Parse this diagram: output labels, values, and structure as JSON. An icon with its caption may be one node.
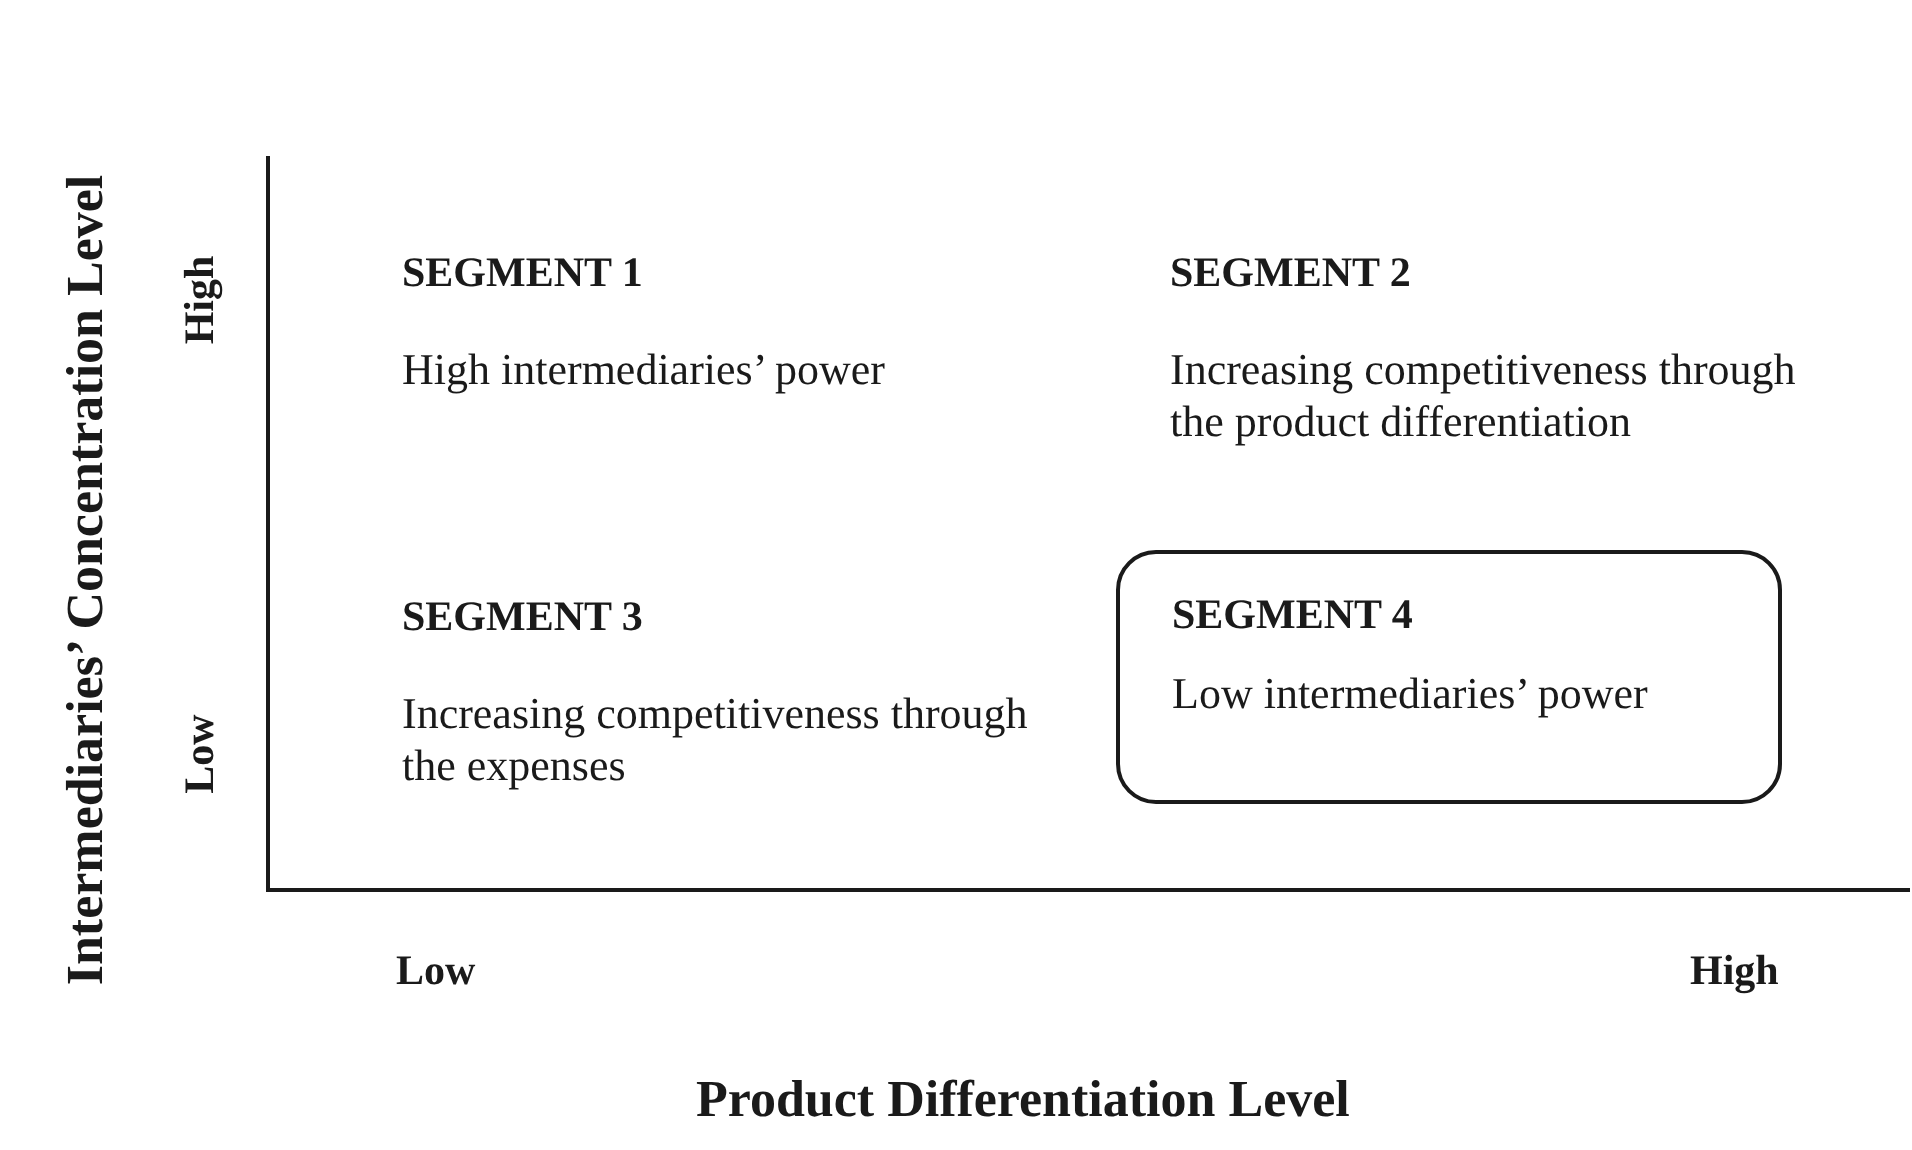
{
  "diagram": {
    "nodes": [
      {
        "text": [
          "SEGMENT 4",
          "Low intermediaries’ power"
        ]
      }
    ],
    "labels": [
      "Intermediaries’ Concentration Level",
      "High",
      "SEGMENT 1",
      "High intermediaries’ power",
      "SEGMENT 2",
      "Increasing competitiveness through the product differentiation",
      "SEGMENT 3",
      "Increasing competitiveness through the expenses",
      "Low",
      "Low",
      "High",
      "Product Differentiation Level"
    ]
  }
}
